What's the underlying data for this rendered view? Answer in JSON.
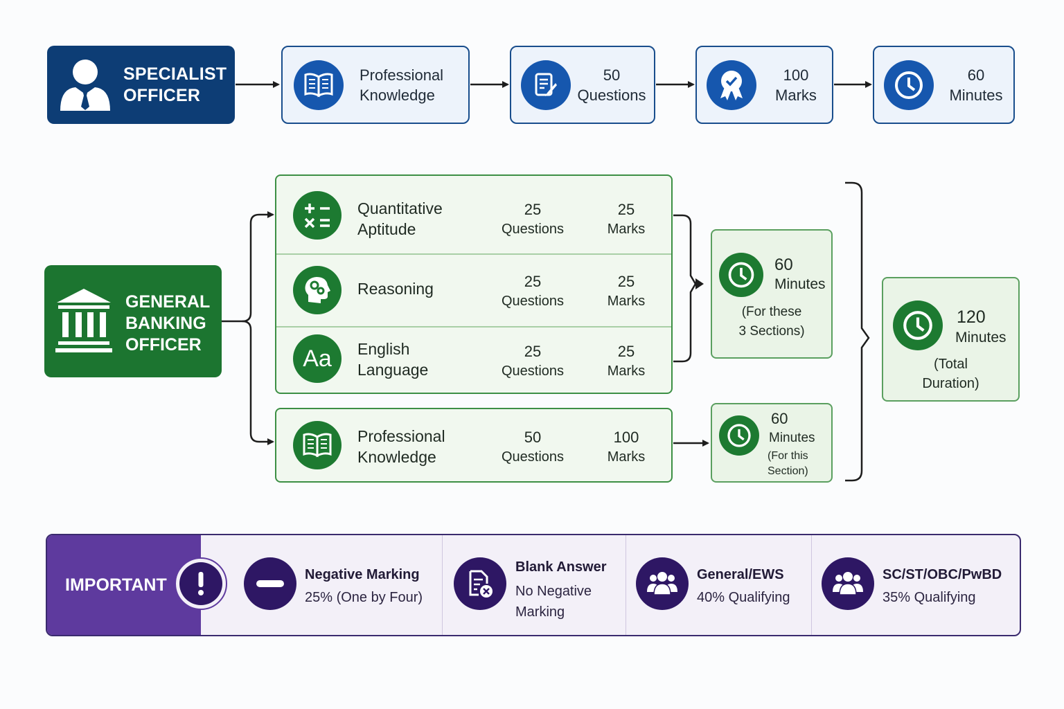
{
  "specialist_officer": {
    "title_line1": "SPECIALIST",
    "title_line2": "OFFICER",
    "steps": [
      {
        "icon": "open-book-icon",
        "line1": "Professional",
        "line2": "Knowledge"
      },
      {
        "icon": "document-edit-icon",
        "line1": "50",
        "line2": "Questions"
      },
      {
        "icon": "award-badge-icon",
        "line1": "100",
        "line2": "Marks"
      },
      {
        "icon": "clock-icon",
        "line1": "60",
        "line2": "Minutes"
      }
    ]
  },
  "general_banking_officer": {
    "title_line1": "GENERAL",
    "title_line2": "BANKING",
    "title_line3": "OFFICER",
    "sections": [
      {
        "icon": "math-operators-icon",
        "name_line1": "Quantitative",
        "name_line2": "Aptitude",
        "questions": "25",
        "questions_label": "Questions",
        "marks": "25",
        "marks_label": "Marks"
      },
      {
        "icon": "brain-gears-icon",
        "name_line1": "Reasoning",
        "name_line2": "",
        "questions": "25",
        "questions_label": "Questions",
        "marks": "25",
        "marks_label": "Marks"
      },
      {
        "icon": "letters-aa-icon",
        "icon_text": "Aa",
        "name_line1": "English",
        "name_line2": "Language",
        "questions": "25",
        "questions_label": "Questions",
        "marks": "25",
        "marks_label": "Marks"
      }
    ],
    "professional": {
      "icon": "open-book-icon",
      "name_line1": "Professional",
      "name_line2": "Knowledge",
      "questions": "50",
      "questions_label": "Questions",
      "marks": "100",
      "marks_label": "Marks"
    },
    "combined_time": {
      "value": "60",
      "unit": "Minutes",
      "note_line1": "(For these",
      "note_line2": "3 Sections)"
    },
    "professional_time": {
      "value": "60",
      "unit": "Minutes",
      "note_line1": "(For this",
      "note_line2": "Section)"
    },
    "total_time": {
      "value": "120",
      "unit": "Minutes",
      "note_line1": "(Total",
      "note_line2": "Duration)"
    }
  },
  "important": {
    "label": "IMPORTANT",
    "items": [
      {
        "icon": "minus-icon",
        "title": "Negative Marking",
        "detail": "25% (One by Four)"
      },
      {
        "icon": "document-cross-icon",
        "title": "Blank Answer",
        "detail_line1": "No Negative",
        "detail_line2": "Marking"
      },
      {
        "icon": "group-icon",
        "title": "General/EWS",
        "detail": "40% Qualifying"
      },
      {
        "icon": "group-icon",
        "title": "SC/ST/OBC/PwBD",
        "detail": "35% Qualifying"
      }
    ]
  },
  "colors": {
    "specialist_blue": "#0d3d75",
    "icon_blue": "#1657ae",
    "banking_green": "#1c7530",
    "important_purple": "#5e3a9e",
    "icon_purple": "#2e1764"
  }
}
